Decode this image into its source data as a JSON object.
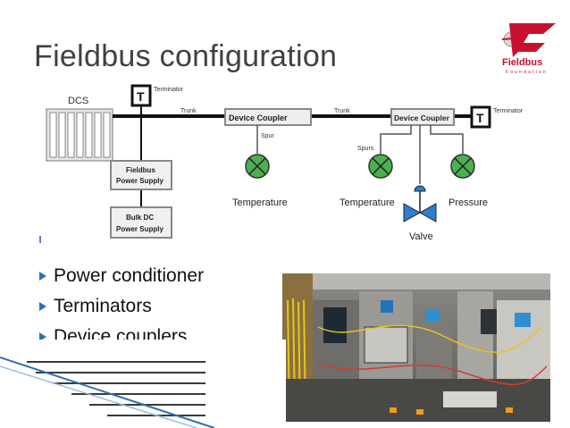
{
  "slide": {
    "title": "Fieldbus configuration",
    "logo_text": "Fieldbus",
    "logo_subtext": "Foundation",
    "accent_color": "#c8102e",
    "bullet_color": "#2f6fb2"
  },
  "diagram": {
    "dcs_label": "DCS",
    "terminator_symbol": "T",
    "terminator_label": "Terminator",
    "trunk_label": "Trunk",
    "device_coupler_label": "Device Coupler",
    "spur_label": "Spur",
    "spurs_label": "Spurs",
    "fieldbus_power_supply": [
      "Fieldbus",
      "Power Supply"
    ],
    "bulk_dc_power_supply": [
      "Bulk DC",
      "Power Supply"
    ],
    "devices": {
      "temperature_1": "Temperature",
      "temperature_2": "Temperature",
      "pressure": "Pressure",
      "valve": "Valve"
    }
  },
  "bullets": [
    {
      "text": " Power conditioner"
    },
    {
      "text": "Terminators"
    },
    {
      "text": "Device couplers"
    }
  ]
}
